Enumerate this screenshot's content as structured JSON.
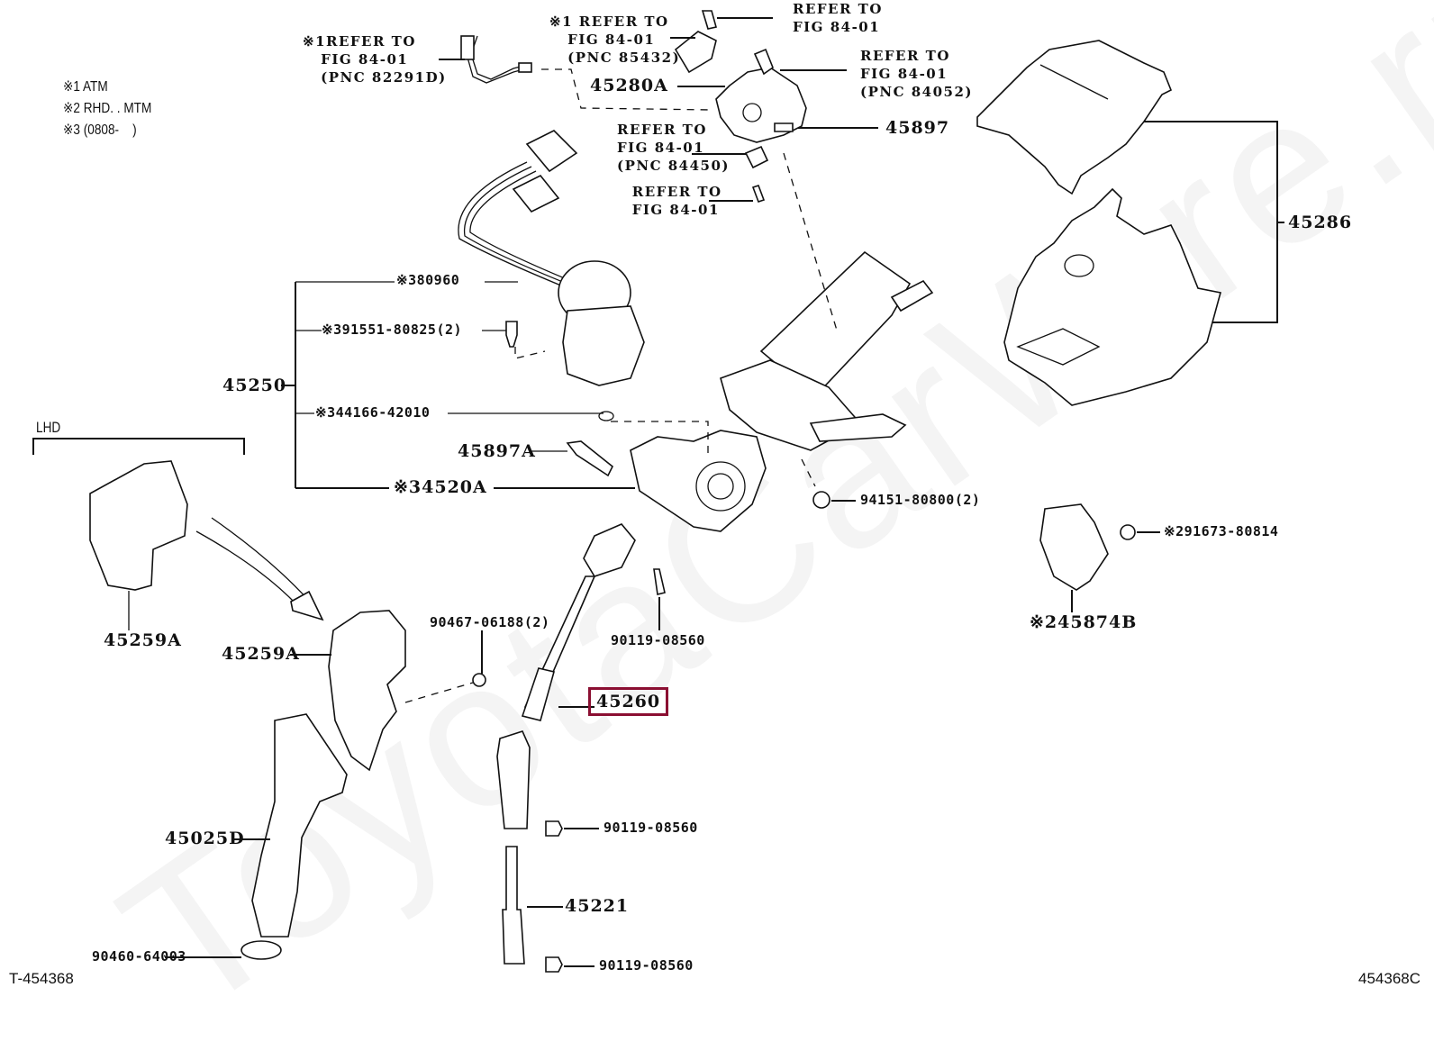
{
  "diagram": {
    "watermark": "ToyotaCarWire.ru",
    "notes": [
      "※1 ATM",
      "※2 RHD. . MTM",
      "※3 (0808-    )"
    ],
    "footer_left": "T-454368",
    "footer_right": "454368C",
    "lhd_label": "LHD",
    "refs": {
      "pnc_82291d": "※1REFER TO\n   FIG 84-01\n   (PNC 82291D)",
      "pnc_85432": "※1 REFER TO\n   FIG 84-01\n   (PNC 85432)",
      "fig_top": "REFER TO\nFIG 84-01",
      "pnc_84052": "REFER TO\nFIG 84-01\n(PNC 84052)",
      "pnc_84450": "REFER TO\nFIG 84-01\n(PNC 84450)",
      "fig_bolt": " REFER TO\n FIG 84-01"
    },
    "part_labels": {
      "p45280A": "45280A",
      "p45897": "45897",
      "p45286": "45286",
      "p80960": "※380960",
      "p91551": "※391551-80825(2)",
      "p45250": "45250",
      "p44166": "※344166-42010",
      "p45897A": "45897A",
      "p4520A": "※34520A",
      "p94151": "94151-80800(2)",
      "p91673": "※291673-80814",
      "p45874B": "※245874B",
      "p45259A_left": "45259A",
      "p45259A_right": "45259A",
      "p90467": "90467-06188(2)",
      "p90119_a": "90119-08560",
      "p45260": "45260",
      "p45025D": "45025D",
      "p90119_b": "90119-08560",
      "p45221": "45221",
      "p90460": "90460-64003",
      "p90119_c": "90119-08560"
    },
    "highlighted_part": "45260",
    "highlight_color": "#8b0f32"
  }
}
